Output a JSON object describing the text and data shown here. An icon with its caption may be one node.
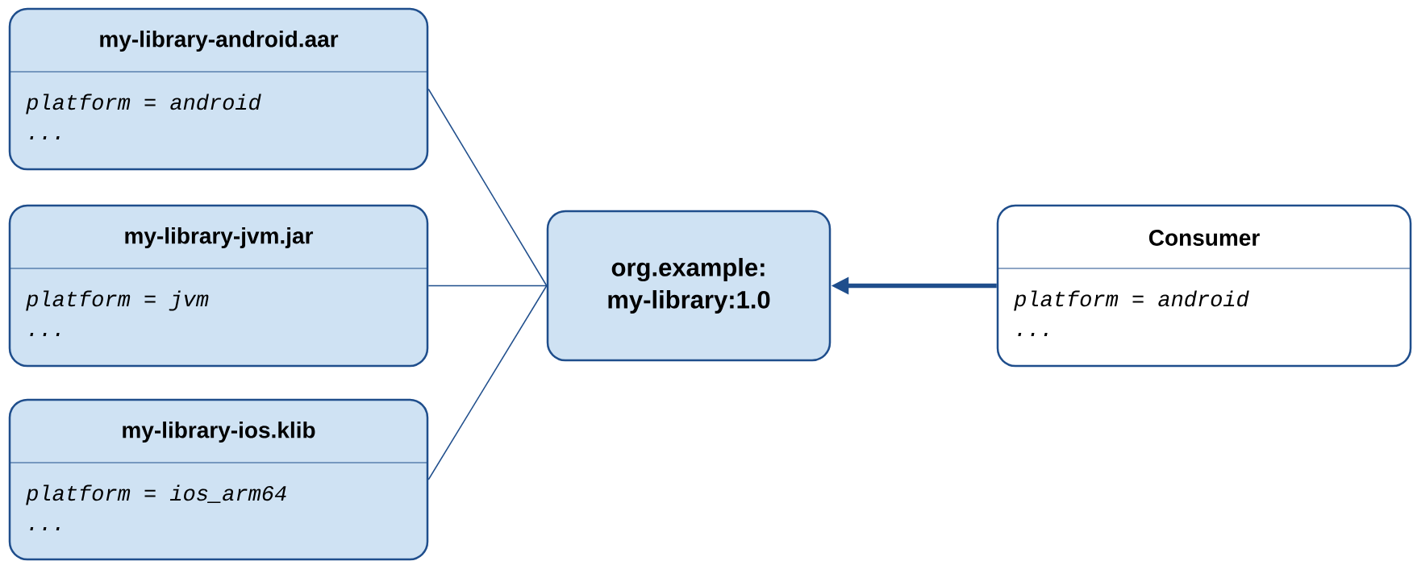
{
  "diagram": {
    "nodes": [
      {
        "text": [
          "my-library-android.aar",
          "platform = android",
          "..."
        ]
      },
      {
        "text": [
          "my-library-jvm.jar",
          "platform = jvm",
          "..."
        ]
      },
      {
        "text": [
          "my-library-ios.klib",
          "platform = ios_arm64",
          "..."
        ]
      },
      {
        "text": [
          "org.example: my-library:1.0"
        ]
      },
      {
        "text": [
          "Consumer",
          "platform = android",
          "..."
        ]
      }
    ],
    "edges": [
      {
        "from": 0,
        "to": 3,
        "arrow": "none"
      },
      {
        "from": 1,
        "to": 3,
        "arrow": "none"
      },
      {
        "from": 2,
        "to": 3,
        "arrow": "none"
      },
      {
        "from": 4,
        "to": 3,
        "arrow": "to",
        "style": "thick"
      }
    ]
  }
}
